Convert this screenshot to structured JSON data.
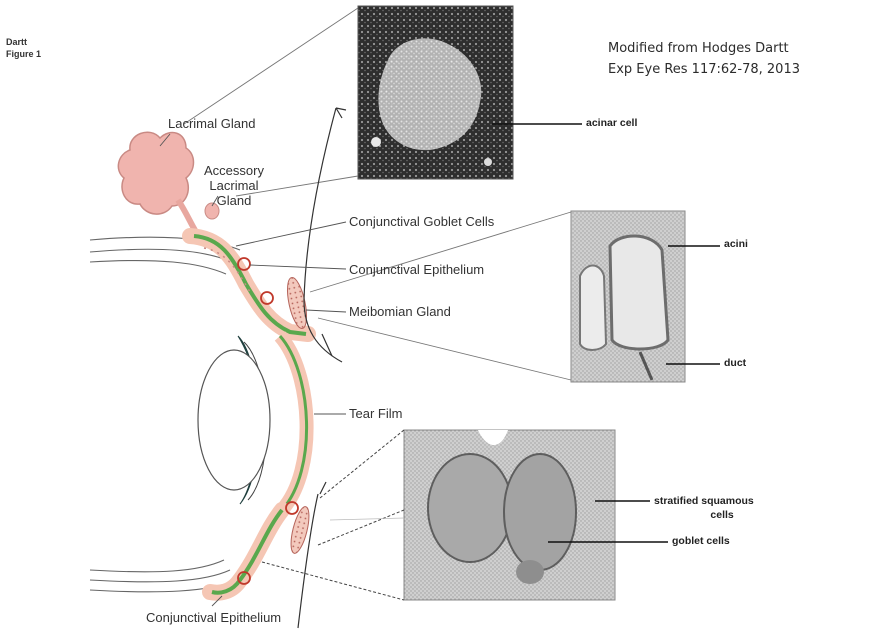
{
  "figure_tag": {
    "line1": "Dartt",
    "line2": "Figure 1"
  },
  "credit": {
    "line1": "Modified from Hodges Dartt",
    "line2": "Exp Eye Res 117:62-78, 2013"
  },
  "labels": {
    "lacrimal_gland": "Lacrimal Gland",
    "accessory_l1": "Accessory",
    "accessory_l2": "Lacrimal",
    "accessory_l3": "Gland",
    "goblet_cells": "Conjunctival Goblet Cells",
    "epithelium_upper": "Conjunctival Epithelium",
    "meibomian": "Meibomian Gland",
    "tear_film": "Tear Film",
    "epithelium_lower": "Conjunctival Epithelium"
  },
  "panels": {
    "acinar": "acinar cell",
    "acini": "acini",
    "duct": "duct",
    "stratified_l1": "stratified squamous",
    "stratified_l2": "cells",
    "goblet": "goblet cells"
  },
  "colors": {
    "conjunctiva": "#5aa84d",
    "tissue_pink": "#f5c6b4",
    "gland_pink": "#e7aaa2",
    "marker_red": "#c0392b",
    "micrograph_dark": "#3a3a3a",
    "cornea_teal": "#2f5e5c"
  }
}
